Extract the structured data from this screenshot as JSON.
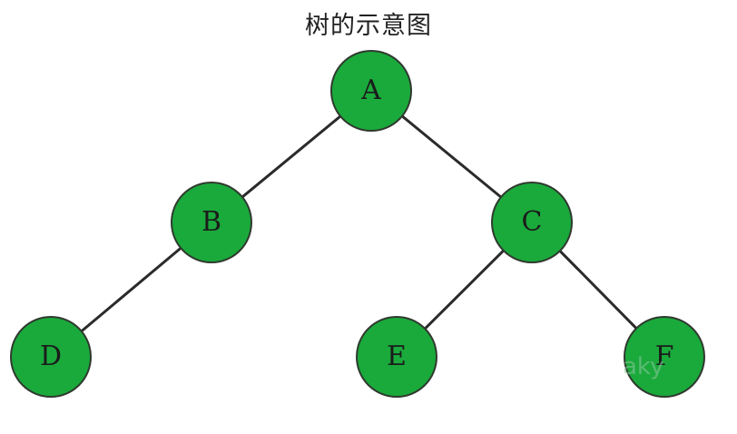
{
  "title": "树的示意图",
  "colors": {
    "node_fill": "#1aaa3b",
    "node_stroke": "#2f3a2f",
    "edge": "#2b2b2b",
    "label": "#1b1b1b"
  },
  "nodes": [
    {
      "id": "A",
      "label": "A"
    },
    {
      "id": "B",
      "label": "B"
    },
    {
      "id": "C",
      "label": "C"
    },
    {
      "id": "D",
      "label": "D"
    },
    {
      "id": "E",
      "label": "E"
    },
    {
      "id": "F",
      "label": "F"
    }
  ],
  "edges": [
    {
      "from": "A",
      "to": "B"
    },
    {
      "from": "A",
      "to": "C"
    },
    {
      "from": "B",
      "to": "D"
    },
    {
      "from": "C",
      "to": "E"
    },
    {
      "from": "C",
      "to": "F"
    }
  ],
  "watermark": "aky"
}
